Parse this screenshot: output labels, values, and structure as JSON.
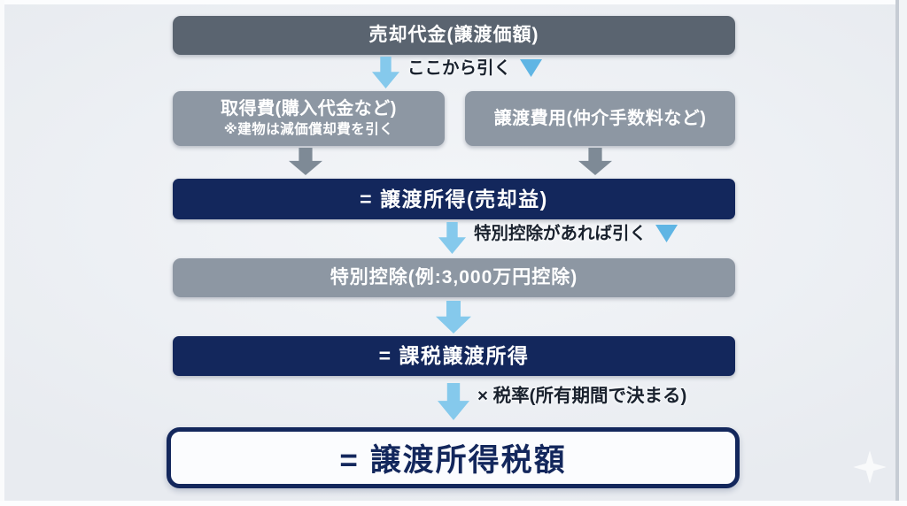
{
  "colors": {
    "background": "#edf0f4",
    "box_dark_gray": "#5a6470",
    "box_light_gray": "#8d97a3",
    "navy": "#13275c",
    "arrow_blue": "#85c9ec",
    "triangle_blue": "#5fb5e4",
    "arrow_gray": "#7e8a96",
    "note_text": "#1a222e"
  },
  "flow": {
    "sale_price": "売却代金(譲渡価額)",
    "subtract_here_label": "ここから引く",
    "acquisition_cost_line1": "取得費(購入代金など)",
    "acquisition_cost_line2": "※建物は減価償却費を引く",
    "transfer_expenses": "譲渡費用(仲介手数料など)",
    "capital_gain": "= 譲渡所得(売却益)",
    "special_deduction_label": "特別控除があれば引く",
    "special_deduction_box": "特別控除(例:3,000万円控除)",
    "taxable_gain": "= 課税譲渡所得",
    "tax_rate_label": "× 税率(所有期間で決まる)",
    "tax_amount": "= 譲渡所得税額"
  }
}
